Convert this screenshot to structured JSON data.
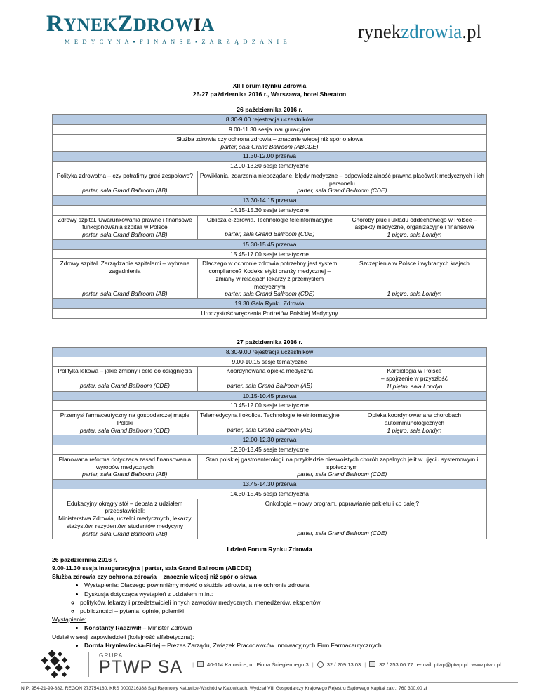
{
  "header": {
    "logo_main_1": "R",
    "logo_main_2": "YNEK",
    "logo_main_3": "Z",
    "logo_main_4": "DROW",
    "logo_main_5": "I",
    "logo_main_6": "A",
    "logo_tagline": "M E D Y C Y N A  ▪  F I N A N S E  ▪  Z A R Z Ą D Z A N I E",
    "site_1": "rynek",
    "site_2": "zdrowia",
    "site_3": ".pl",
    "accent_color": "#2288ab",
    "brand_color": "#14647b"
  },
  "document": {
    "title_line1": "XII Forum Rynku Zdrowia",
    "title_line2": "26-27 października 2016 r., Warszawa, hotel Sheraton"
  },
  "day1": {
    "title": "26 października 2016 r.",
    "rows": [
      {
        "type": "bar",
        "text": "8.30-9.00 rejestracja uczestników"
      },
      {
        "type": "plain",
        "text": "9.00-11.30 sesja inauguracyjna"
      },
      {
        "type": "full",
        "text": "Służba zdrowia czy ochrona zdrowia – znacznie więcej niż spór o słowa",
        "venue": "parter, sala Grand Ballroom (ABCDE)"
      },
      {
        "type": "bar",
        "text": "11.30-12.00 przerwa"
      },
      {
        "type": "plain",
        "text": "12.00-13.30 sesje tematyczne"
      },
      {
        "type": "cols2",
        "cells": [
          {
            "text": "Polityka zdrowotna – czy potrafimy grać zespołowo?",
            "venue": "parter, sala Grand Ballroom (AB)"
          },
          {
            "text": "Powikłania, zdarzenia niepożądane, błędy medyczne – odpowiedzialność prawna placówek medycznych i ich personelu",
            "venue": "parter, sala Grand Ballroom (CDE)"
          }
        ]
      },
      {
        "type": "bar",
        "text": "13.30-14.15 przerwa"
      },
      {
        "type": "plain",
        "text": "14.15-15.30 sesje tematyczne"
      },
      {
        "type": "cols3",
        "cells": [
          {
            "text": "Zdrowy szpital. Uwarunkowania prawne i finansowe funkcjonowania szpitali w Polsce",
            "venue": "parter, sala Grand Ballroom (AB)"
          },
          {
            "text": "Oblicza e-zdrowia. Technologie teleinformacyjne",
            "venue": "parter, sala Grand Ballroom (CDE)"
          },
          {
            "text": "Choroby płuc i układu oddechowego w Polsce – aspekty medyczne, organizacyjne i finansowe",
            "venue": "1 piętro, sala Londyn"
          }
        ]
      },
      {
        "type": "bar",
        "text": "15.30-15.45 przerwa"
      },
      {
        "type": "plain",
        "text": "15.45-17.00 sesje tematyczne"
      },
      {
        "type": "cols3",
        "cells": [
          {
            "text": "Zdrowy szpital. Zarządzanie szpitalami – wybrane zagadnienia",
            "venue": "parter, sala Grand Ballroom (AB)"
          },
          {
            "text": "Dlaczego w ochronie zdrowia potrzebny jest system compliance? Kodeks etyki branży medycznej – zmiany w relacjach lekarzy z przemysłem medycznym",
            "venue": "parter, sala Grand Ballroom (CDE)"
          },
          {
            "text": "Szczepienia w Polsce i wybranych krajach",
            "venue": "1 piętro, sala Londyn"
          }
        ]
      },
      {
        "type": "bar",
        "text": "19.30 Gala Rynku Zdrowia"
      },
      {
        "type": "plain",
        "text": "Uroczystość wręczenia Portretów Polskiej Medycyny"
      }
    ]
  },
  "day2": {
    "title": "27 października 2016 r.",
    "rows": [
      {
        "type": "bar",
        "text": "8.30-9.00 rejestracja uczestników"
      },
      {
        "type": "plain",
        "text": "9.00-10.15 sesje tematyczne"
      },
      {
        "type": "cols3",
        "cells": [
          {
            "text": "Polityka lekowa – jakie zmiany i cele do osiągnięcia",
            "venue": "parter, sala Grand Ballroom (CDE)"
          },
          {
            "text": "Koordynowana opieka medyczna",
            "venue": "parter, sala Grand Ballroom (AB)"
          },
          {
            "text": "Kardiologia w Polsce\n– spojrzenie w przyszłość",
            "venue": "1I piętro, sala Londyn"
          }
        ]
      },
      {
        "type": "bar",
        "text": "10.15-10.45 przerwa"
      },
      {
        "type": "plain",
        "text": "10.45-12.00 sesje tematyczne"
      },
      {
        "type": "cols3",
        "cells": [
          {
            "text": "Przemysł farmaceutyczny na gospodarczej mapie Polski",
            "venue": "parter, sala Grand Ballroom (CDE)"
          },
          {
            "text": "Telemedycyna i okolice. Technologie teleinformacyjne",
            "venue": "parter, sala Grand Ballroom (AB)"
          },
          {
            "text": "Opieka koordynowana w chorobach autoimmunologicznych",
            "venue": "1 piętro, sala Londyn"
          }
        ]
      },
      {
        "type": "bar",
        "text": "12.00-12.30 przerwa"
      },
      {
        "type": "plain",
        "text": "12.30-13.45 sesje tematyczne"
      },
      {
        "type": "cols2",
        "cells": [
          {
            "text": "Planowana reforma dotycząca zasad finansowania wyrobów medycznych",
            "venue": "parter, sala Grand Ballroom (AB)"
          },
          {
            "text": "Stan polskiej gastroenterologii na przykładzie nieswoistych chorób zapalnych jelit w ujęciu systemowym i społecznym",
            "venue": "parter, sala Grand Ballroom (CDE)"
          }
        ]
      },
      {
        "type": "bar",
        "text": "13.45-14.30 przerwa"
      },
      {
        "type": "plain",
        "text": "14.30-15.45 sesja tematyczna"
      },
      {
        "type": "cols2",
        "cells": [
          {
            "text": "Edukacyjny okrągły stół – debata z udziałem przedstawicieli:\nMinisterstwa Zdrowia, uczelni medycznych, lekarzy stażystów, rezydentów, studentów medycyny",
            "venue": "parter, sala Grand Ballroom (AB)"
          },
          {
            "text": "Onkologia – nowy program, poprawianie pakietu i co dalej?",
            "venue": "parter, sala Grand Ballroom (CDE)"
          }
        ]
      }
    ]
  },
  "detail": {
    "heading": "I dzień Forum Rynku Zdrowia",
    "date": "26 października 2016 r.",
    "session_line": "9.00-11.30 sesja inauguracyjna | parter, sala Grand Ballroom (ABCDE)",
    "session_topic": "Służba zdrowia czy ochrona zdrowia – znacznie więcej niż spór o słowa",
    "bullet1": "Wystąpienie: Dlaczego powinniśmy mówić o służbie zdrowia, a nie ochronie zdrowia",
    "bullet2": "Dyskusja dotycząca wystąpień z udziałem m.in.:",
    "subbullet1": "polityków, lekarzy i przedstawicieli innych zawodów medycznych, menedżerów, ekspertów",
    "subbullet2": "publiczności – pytania, opinie, polemiki",
    "label_speech": "Wystąpienie:",
    "speaker_name": "Konstanty Radziwiłł",
    "speaker_role": " – Minister Zdrowia",
    "label_participants": "Udział w sesji zapowiedzieli (kolejność alfabetyczna):",
    "participant_name": "Dorota Hryniewiecka-Firlej",
    "participant_role": " – Prezes Zarządu, Związek Pracodawców Innowacyjnych Firm Farmaceutycznych"
  },
  "footer": {
    "grupa": "GRUPA",
    "company": "PTWP SA",
    "address": "40-114 Katowice, ul. Piotra Ściegiennego 3",
    "phone": "32 / 209 13 03",
    "fax": "32 / 253 06 77",
    "email_label": "e-mail: ptwp@ptwp.pl",
    "website": "www.ptwp.pl",
    "legal": "NIP: 954-21-99-882, REGON 273754180, KRS 0000316388 Sąd Rejonowy Katowice-Wschód w Katowicach, Wydział VIII Gospodarczy Krajowego Rejestru Sądowego Kapitał zakł.: 760 300,00 zł"
  }
}
